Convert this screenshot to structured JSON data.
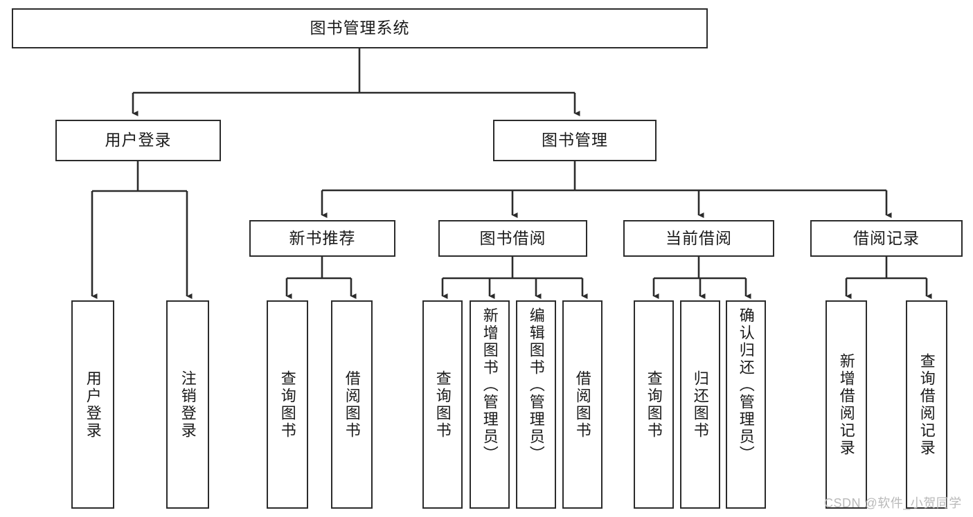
{
  "diagram": {
    "title": "图书管理系统",
    "type": "functional-structure-tree",
    "watermark": "CSDN @软件_小贺同学",
    "colors": {
      "box_border": "#2b2b2b",
      "box_fill": "#ffffff",
      "edge": "#2b2b2b",
      "text": "#1a1a1a",
      "watermark": "#b9b9b9"
    },
    "nodes": {
      "root": {
        "label": "图书管理系统"
      },
      "level2": [
        {
          "id": "user-login",
          "label": "用户登录"
        },
        {
          "id": "book-manage",
          "label": "图书管理"
        }
      ],
      "level3": [
        {
          "id": "new-book-recommend",
          "label": "新书推荐"
        },
        {
          "id": "book-borrow",
          "label": "图书借阅"
        },
        {
          "id": "current-borrow",
          "label": "当前借阅"
        },
        {
          "id": "borrow-record",
          "label": "借阅记录"
        }
      ],
      "leaves": [
        {
          "id": "leaf-user-login",
          "label": "用户登录",
          "parent": "user-login"
        },
        {
          "id": "leaf-logout",
          "label": "注销登录",
          "parent": "user-login"
        },
        {
          "id": "leaf-query-book-1",
          "label": "查询图书",
          "parent": "new-book-recommend"
        },
        {
          "id": "leaf-borrow-book-1",
          "label": "借阅图书",
          "parent": "new-book-recommend"
        },
        {
          "id": "leaf-query-book-2",
          "label": "查询图书",
          "parent": "book-borrow"
        },
        {
          "id": "leaf-add-book",
          "label": "新增图书（管理员）",
          "parent": "book-borrow"
        },
        {
          "id": "leaf-edit-book",
          "label": "编辑图书（管理员）",
          "parent": "book-borrow"
        },
        {
          "id": "leaf-borrow-book-2",
          "label": "借阅图书",
          "parent": "book-borrow"
        },
        {
          "id": "leaf-query-book-3",
          "label": "查询图书",
          "parent": "current-borrow"
        },
        {
          "id": "leaf-return-book",
          "label": "归还图书",
          "parent": "current-borrow"
        },
        {
          "id": "leaf-confirm-return",
          "label": "确认归还（管理员）",
          "parent": "current-borrow"
        },
        {
          "id": "leaf-add-record",
          "label": "新增借阅记录",
          "parent": "borrow-record"
        },
        {
          "id": "leaf-query-record",
          "label": "查询借阅记录",
          "parent": "borrow-record"
        }
      ]
    }
  }
}
